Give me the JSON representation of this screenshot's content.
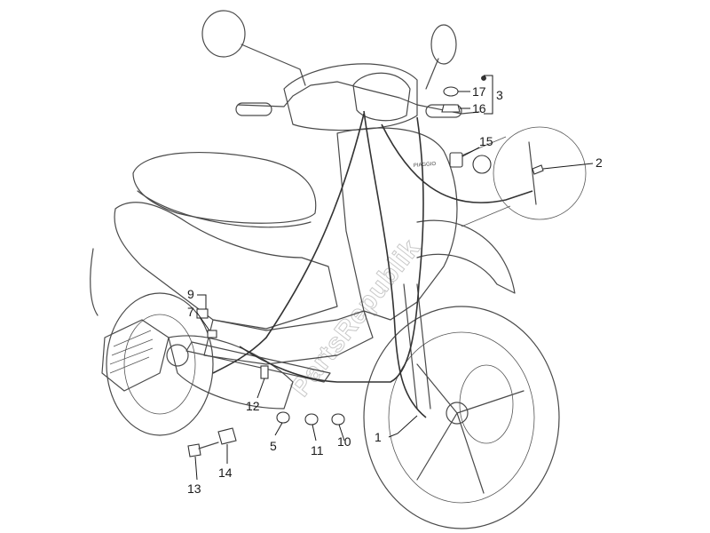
{
  "watermark": "PartsRepublik",
  "brand_badge": "PIAGGIO",
  "callouts": [
    {
      "id": "c1",
      "label": "1"
    },
    {
      "id": "c2",
      "label": "2"
    },
    {
      "id": "c3",
      "label": "3"
    },
    {
      "id": "c5",
      "label": "5"
    },
    {
      "id": "c7",
      "label": "7"
    },
    {
      "id": "c9",
      "label": "9"
    },
    {
      "id": "c10",
      "label": "10"
    },
    {
      "id": "c11",
      "label": "11"
    },
    {
      "id": "c12",
      "label": "12"
    },
    {
      "id": "c13",
      "label": "13"
    },
    {
      "id": "c14",
      "label": "14"
    },
    {
      "id": "c15",
      "label": "15"
    },
    {
      "id": "c16",
      "label": "16"
    },
    {
      "id": "c17",
      "label": "17"
    }
  ]
}
